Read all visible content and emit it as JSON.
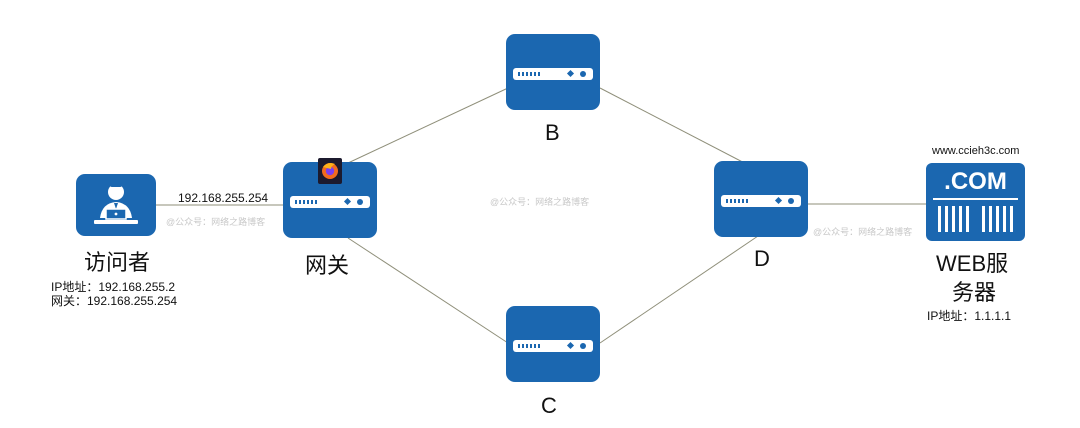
{
  "nodes": {
    "user": {
      "label": "访问者",
      "ip": "IP地址：192.168.255.2",
      "gateway": "网关：192.168.255.254"
    },
    "gateway": {
      "label": "网关",
      "link_ip": "192.168.255.254"
    },
    "router_b": {
      "label": "B"
    },
    "router_c": {
      "label": "C"
    },
    "router_d": {
      "label": "D"
    },
    "server": {
      "label_line1": "WEB服",
      "label_line2": "务器",
      "ip": "IP地址：1.1.1.1",
      "domain": "www.ccieh3c.com",
      "badge": ".COM"
    }
  },
  "watermarks": [
    "@公众号：网络之路博客",
    "@公众号：网络之路博客",
    "@公众号：网络之路博客"
  ],
  "colors": {
    "device": "#1b67b0",
    "link": "#8f8f7a"
  },
  "icons": {
    "user": "user-laptop-icon",
    "server": "web-server-icon",
    "browser": "firefox-icon"
  }
}
